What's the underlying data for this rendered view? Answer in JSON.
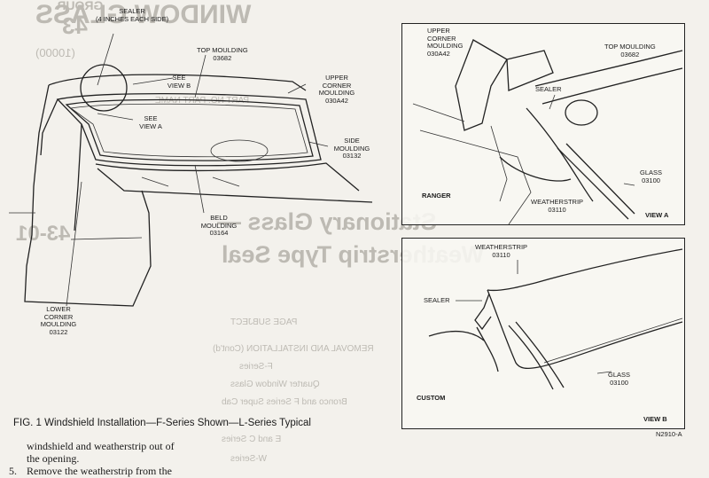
{
  "bleed": {
    "group": "GROUP",
    "group_num": "43",
    "title": "WINDOW GLASS",
    "code": "(10000)",
    "section_title": "Stationary Glass —",
    "section_subtitle": "Weatherstrip Type Seal",
    "section_num": "43-01",
    "table_head": "PAGE  SUBJECT",
    "toc_lines": [
      "REMOVAL AND INSTALLATION (Cont'd)",
      "F-Series",
      "Quarter Window Glass",
      "Bronco and F Series Super Cab",
      "E and C Series",
      "W-Series"
    ],
    "parts_head": "PART NO.  PART NAME"
  },
  "fig": {
    "labels": {
      "sealer_main": "SEALER",
      "sealer_main_note": "(4 INCHES EACH SIDE)",
      "see_view_b": "SEE VIEW B",
      "top_moulding_main": "TOP MOULDING",
      "top_moulding_main_num": "03682",
      "upper_corner_main": "UPPER CORNER MOULDING",
      "upper_corner_main_num": "030A42",
      "see_view_a": "SEE VIEW A",
      "side_moulding": "SIDE MOULDING",
      "side_moulding_num": "03132",
      "beld_moulding": "BELD MOULDING",
      "beld_moulding_num": "03164",
      "lower_corner": "LOWER CORNER MOULDING",
      "lower_corner_num": "03122"
    },
    "view_a": {
      "upper_corner": "UPPER CORNER MOULDING 030A42",
      "top_moulding": "TOP MOULDING",
      "top_moulding_num": "03682",
      "sealer": "SEALER",
      "glass": "GLASS",
      "glass_num": "03100",
      "ranger": "RANGER",
      "weatherstrip": "WEATHERSTRIP",
      "weatherstrip_num": "03110",
      "view_name": "VIEW A"
    },
    "view_b": {
      "weatherstrip": "WEATHERSTRIP",
      "weatherstrip_num": "03110",
      "sealer": "SEALER",
      "glass": "GLASS",
      "glass_num": "03100",
      "custom": "CUSTOM",
      "view_name": "VIEW B"
    },
    "ref_code": "N2910-A",
    "caption": "FIG. 1 Windshield Installation—F-Series Shown—L-Series Typical"
  },
  "text": {
    "line1": "windshield and weatherstrip out of",
    "line2": "the opening.",
    "line3_num": "5.",
    "line3": "Remove the weatherstrip from the"
  }
}
